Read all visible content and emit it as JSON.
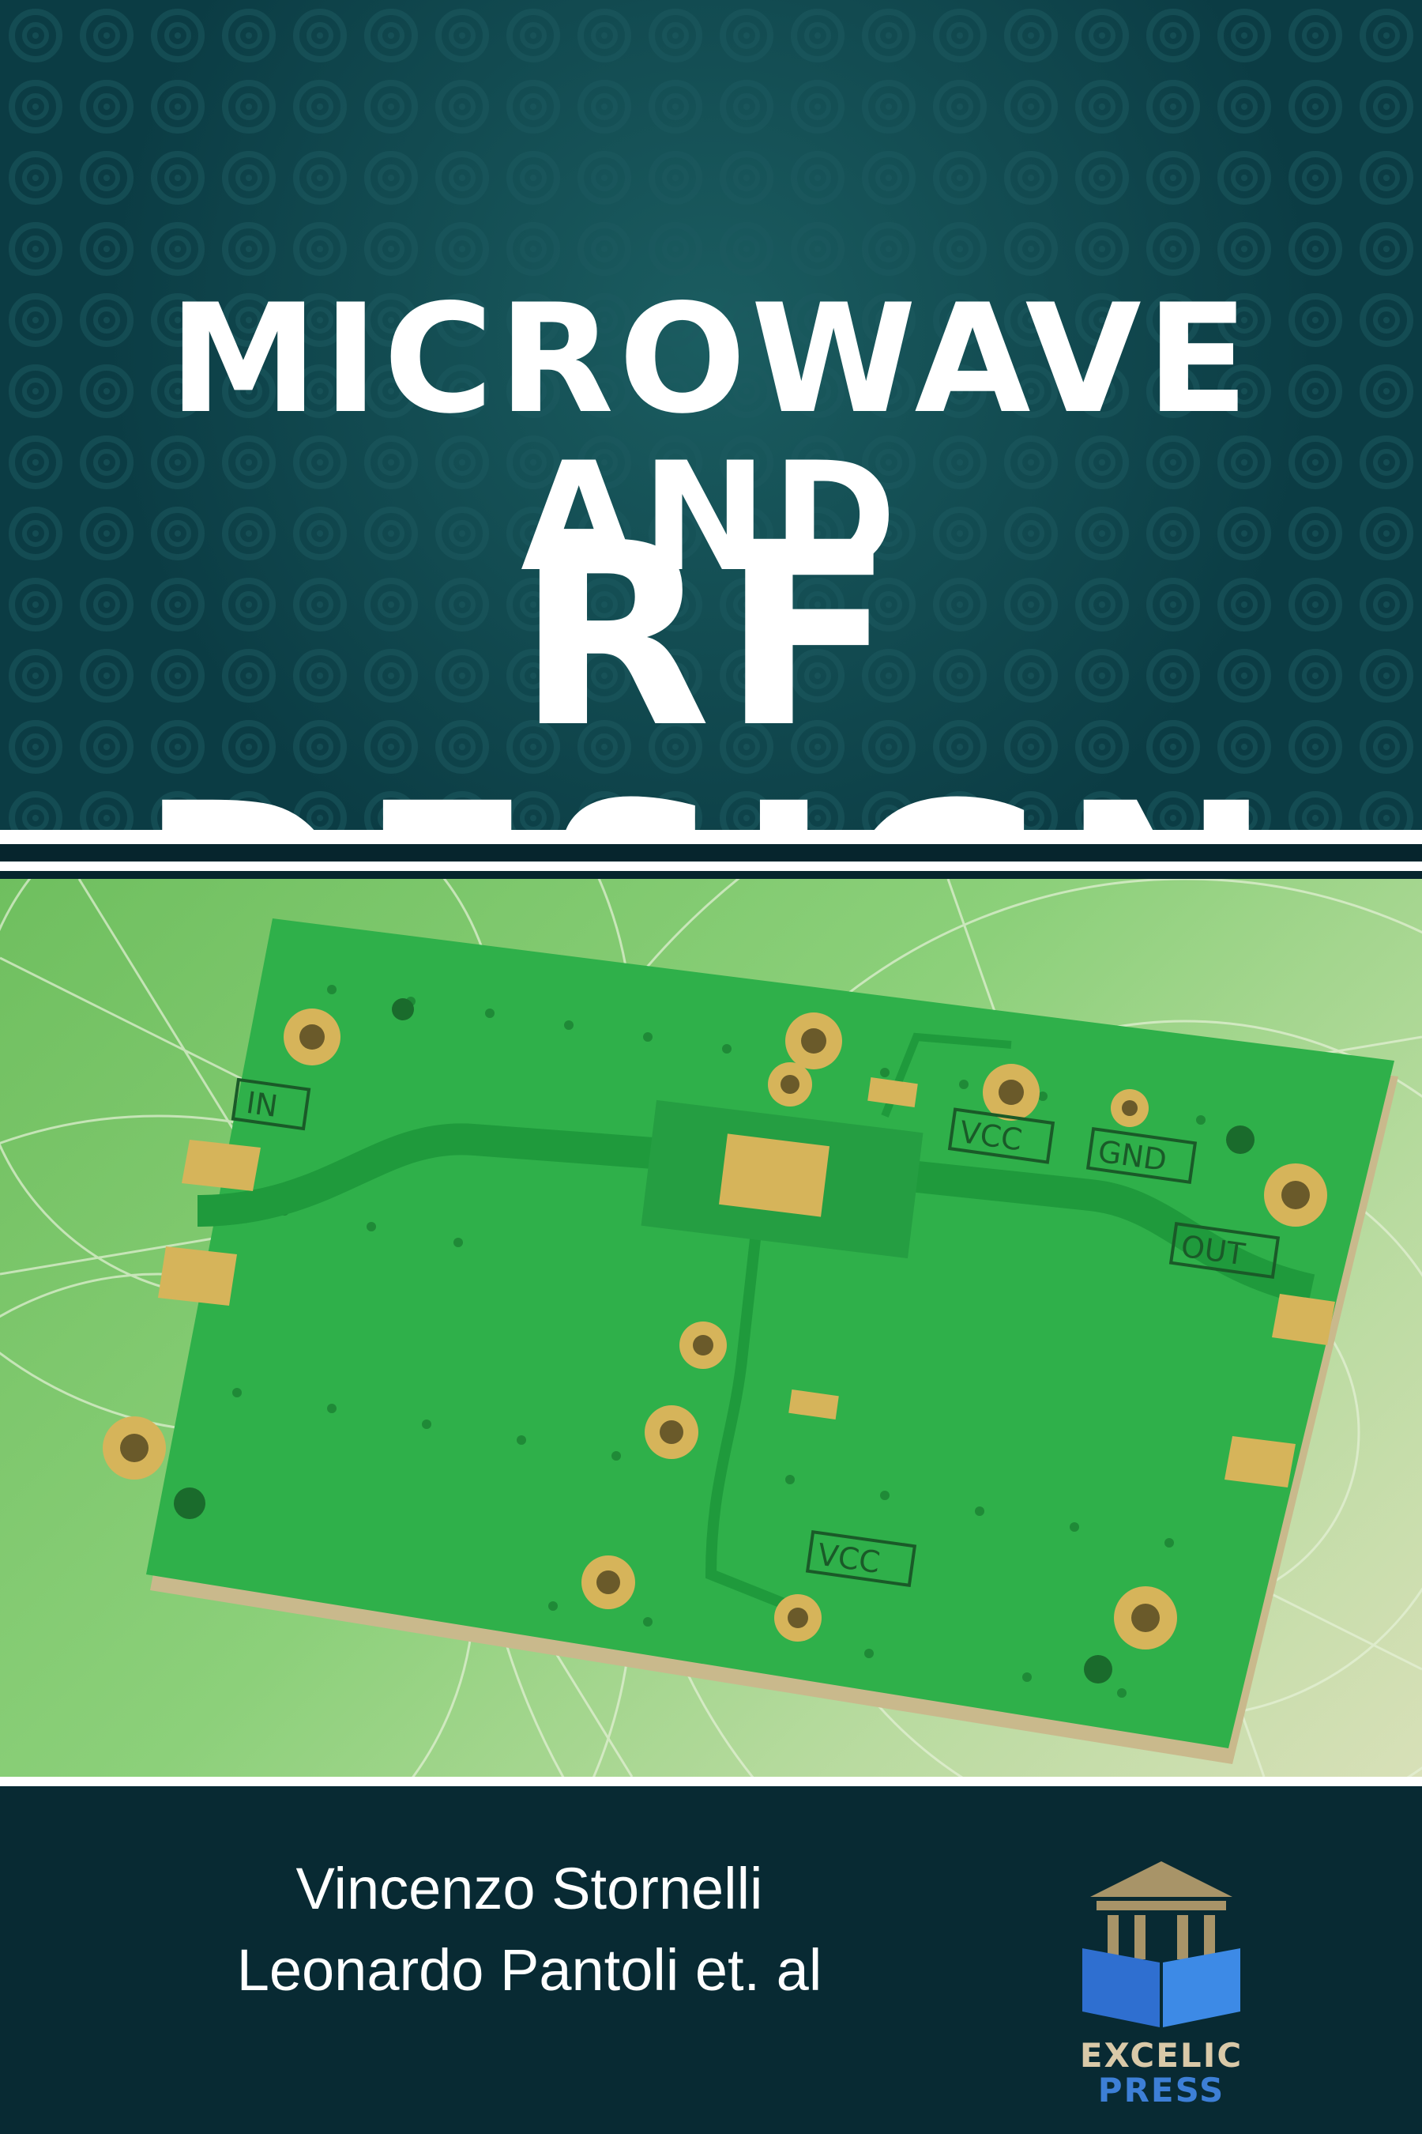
{
  "cover": {
    "title_line1": "MICROWAVE AND",
    "title_line2": "RF DESIGN",
    "authors": [
      "Vincenzo Stornelli",
      "Leonardo Pantoli et. al"
    ],
    "publisher_line1": "EXCELIC",
    "publisher_line2": "PRESS",
    "pcb_labels": {
      "in": "IN",
      "vcc_top": "VCC",
      "gnd": "GND",
      "out": "OUT",
      "vcc_bottom": "VCC"
    }
  },
  "colors": {
    "background_dark": "#0b3c44",
    "bottom_band": "#082a33",
    "title_text": "#ffffff",
    "pcb_green": "#2fb04a",
    "pad_gold": "#d6b45a",
    "publisher_blue": "#3d7fd6",
    "publisher_gold": "#d9c9a8"
  },
  "icons": {
    "publisher_logo": "temple-book-icon",
    "cover_image": "pcb-board-image"
  }
}
